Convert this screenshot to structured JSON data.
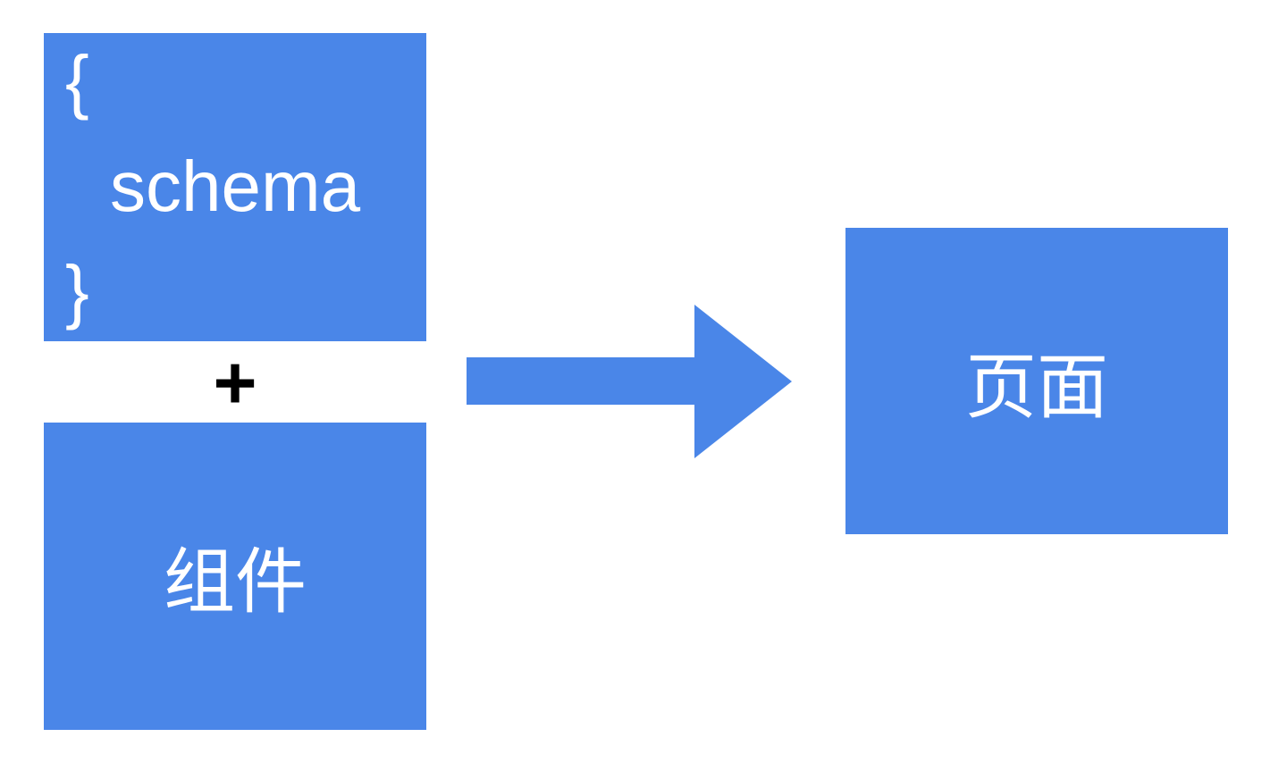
{
  "diagram": {
    "schema_box": {
      "brace_open": "{",
      "label": "schema",
      "brace_close": "}"
    },
    "plus_sign": "+",
    "component_box": {
      "label": "组件"
    },
    "page_box": {
      "label": "页面"
    },
    "arrow": {
      "direction": "right"
    },
    "colors": {
      "primary_blue": "#4a86e8",
      "plus_black": "#000000",
      "text_white": "#ffffff",
      "background_white": "#ffffff"
    }
  }
}
